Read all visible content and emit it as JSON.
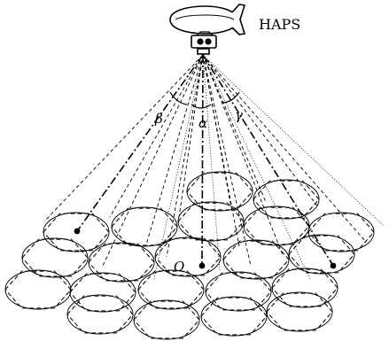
{
  "labels": {
    "haps": "HAPS",
    "beta": "β",
    "alpha": "α",
    "gamma": "γ",
    "origin": "O"
  }
}
